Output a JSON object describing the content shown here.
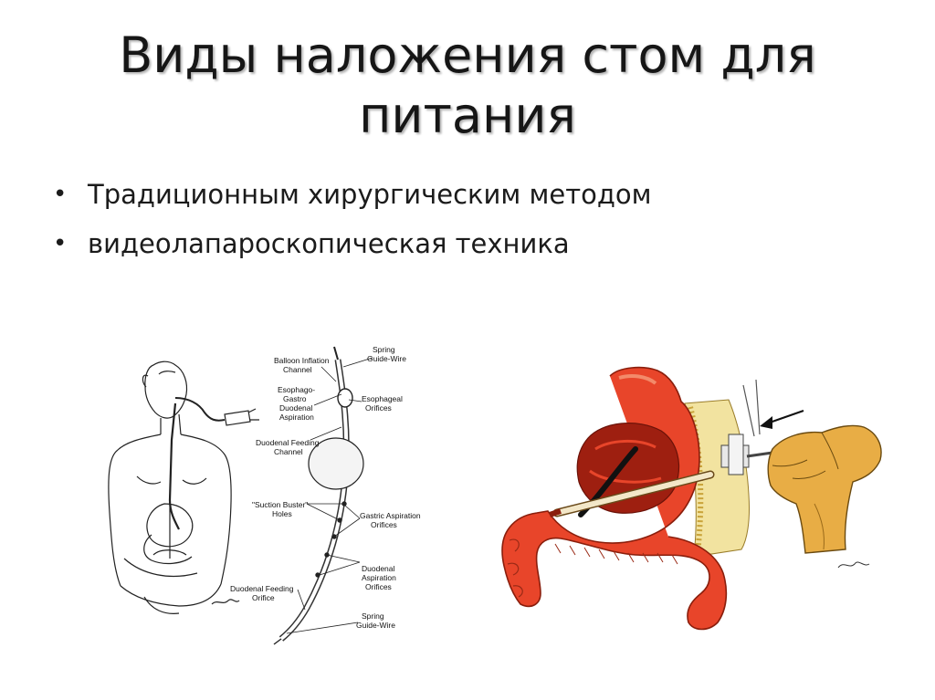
{
  "slide": {
    "title_line1": "Виды наложения стом для",
    "title_line2": "питания",
    "bullets": [
      "Традиционным хирургическим методом",
      "видеолапароскопическая техника"
    ]
  },
  "diagram_left": {
    "labels": {
      "balloon_1": "Balloon Inflation",
      "balloon_2": "Channel",
      "spring_top_1": "Spring",
      "spring_top_2": "Guide-Wire",
      "eg_1": "Esophago-",
      "eg_2": "Gastro",
      "eg_3": "Duodenal",
      "eg_4": "Aspiration",
      "esoph_1": "Esophageal",
      "esoph_2": "Orifices",
      "dfc_1": "Duodenal Feeding",
      "dfc_2": "Channel",
      "sb_1": "\"Suction Buster\"",
      "sb_2": "Holes",
      "gao_1": "Gastric Aspiration",
      "gao_2": "Orifices",
      "dao_1": "Duodenal",
      "dao_2": "Aspiration",
      "dao_3": "Orifices",
      "dfo_1": "Duodenal Feeding",
      "dfo_2": "Orifice",
      "spring_bot_1": "Spring",
      "spring_bot_2": "Guide-Wire"
    }
  },
  "colors": {
    "stomach": "#e8452a",
    "stomach_dark": "#b32a14",
    "hand": "#e8ad45",
    "fat": "#f2e3a0"
  }
}
